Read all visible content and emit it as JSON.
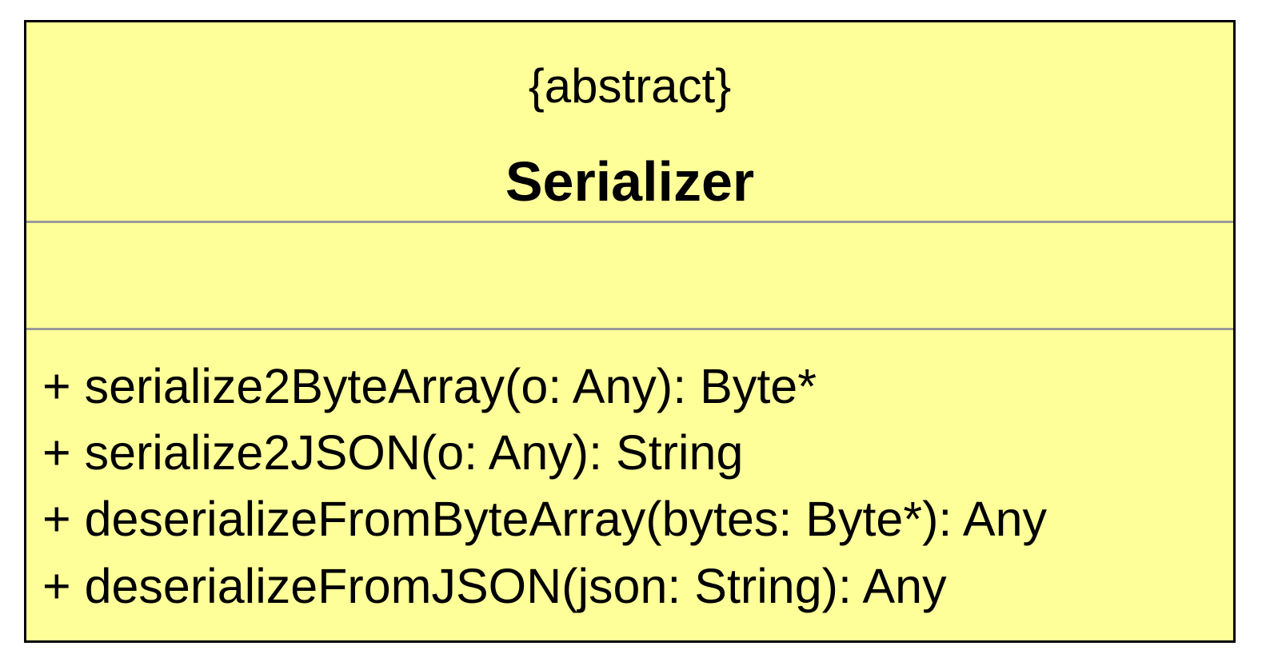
{
  "uml_class": {
    "stereotype": "{abstract}",
    "name": "Serializer",
    "attributes": [],
    "operations": [
      "+ serialize2ByteArray(o: Any): Byte*",
      "+ serialize2JSON(o: Any): String",
      "+ deserializeFromByteArray(bytes: Byte*): Any",
      "+ deserializeFromJSON(json: String): Any"
    ]
  },
  "colors": {
    "fill": "#ffff99",
    "border": "#000000",
    "divider": "#9a9a9a"
  }
}
